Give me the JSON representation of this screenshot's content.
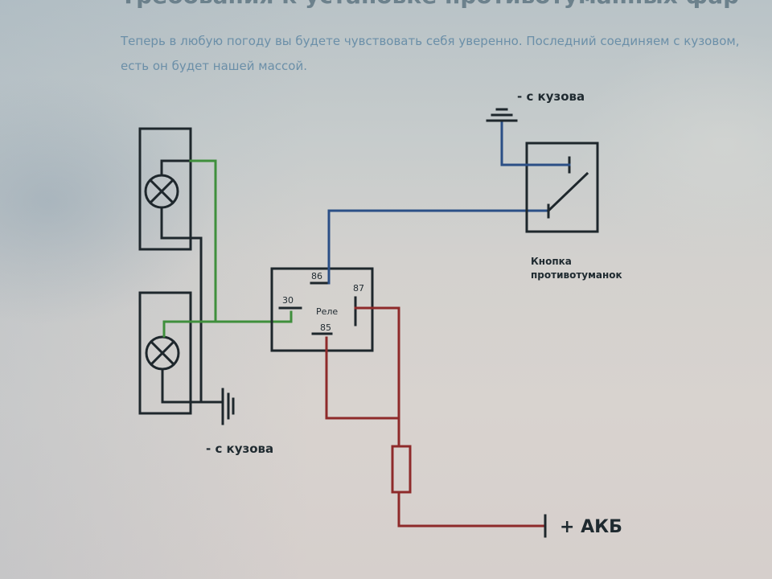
{
  "article": {
    "heading": "Требования к установке противотуманных фар",
    "intro": "Теперь в любую погоду вы будете чувствовать себя уверенно. Последний соединяем с кузовом, есть он будет нашей массой."
  },
  "diagram": {
    "ground_top_label": "- с кузова",
    "ground_bottom_label": "- с кузова",
    "button_label_line1": "Кнопка",
    "button_label_line2": "противотуманок",
    "relay_label": "Реле",
    "pin_86": "86",
    "pin_87": "87",
    "pin_30": "30",
    "pin_85": "85",
    "battery_label": "+ АКБ",
    "colors": {
      "outline": "#1e272c",
      "wire_green": "#3f8f3c",
      "wire_blue": "#2b4f86",
      "wire_red": "#8e2a2a",
      "ground_wire": "#1e272c"
    }
  }
}
